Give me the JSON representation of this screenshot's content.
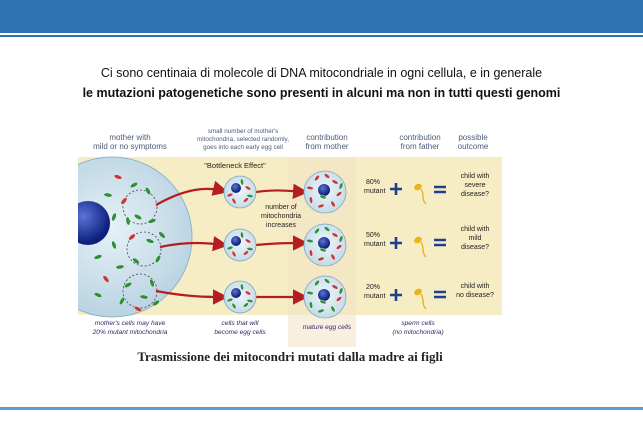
{
  "slide": {
    "line1": "Ci sono centinaia di molecole di DNA mitocondriale in ogni cellula, e in generale",
    "line2": "le mutazioni patogenetiche sono presenti in alcuni ma non in tutti questi genomi"
  },
  "figure": {
    "headers": {
      "mother": [
        "mother with",
        "mild or no symptoms"
      ],
      "selection": [
        "small number of mother's",
        "mitochondria, selected randomly,",
        "goes into each early egg cell"
      ],
      "contribution_mother": [
        "contribution",
        "from mother"
      ],
      "contribution_father": [
        "contribution",
        "from father"
      ],
      "outcome": [
        "possible",
        "outcome"
      ]
    },
    "bottleneck": "\"Bottleneck Effect\"",
    "increase_note": [
      "number of",
      "mitochondria",
      "increases"
    ],
    "rows": [
      {
        "percent": "80%",
        "mutant": "mutant",
        "outcome": [
          "child with",
          "severe",
          "disease?"
        ]
      },
      {
        "percent": "50%",
        "mutant": "mutant",
        "outcome": [
          "child with",
          "mild",
          "disease?"
        ]
      },
      {
        "percent": "20%",
        "mutant": "mutant",
        "outcome": [
          "child with",
          "no disease?"
        ]
      }
    ],
    "footers": {
      "mother": [
        "mother's cells may have",
        "20% mutant mitochondria"
      ],
      "early": [
        "cells that will",
        "become egg cells"
      ],
      "egg": "mature egg cells",
      "sperm": [
        "sperm cells",
        "(no mitochondria)"
      ]
    },
    "caption": "Trasmissione dei mitocondri mutati dalla madre ai figli"
  },
  "colors": {
    "band": "#2e74b5",
    "figure_bg": "#f7edc4",
    "mutant": "#c43a3a",
    "normal": "#2f8f3a",
    "arrow": "#b41e1e",
    "header_text": "#4a5a7a"
  }
}
